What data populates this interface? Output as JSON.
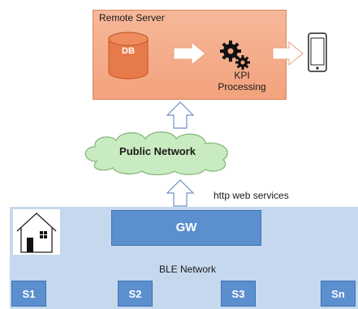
{
  "server": {
    "title": "Remote Server",
    "db_label": "DB",
    "kpi_label_line1": "KPI",
    "kpi_label_line2": "Processing"
  },
  "network": {
    "cloud_label": "Public Network",
    "http_label": "http web services"
  },
  "ble": {
    "gw_label": "GW",
    "network_label": "BLE Network",
    "sensors": [
      "S1",
      "S2",
      "S3",
      "Sn"
    ]
  },
  "colors": {
    "server_fill": "#f3a27d",
    "db_fill": "#e77a4a",
    "cloud_fill": "#c9ebc1",
    "ble_fill": "#c6d8ee",
    "node_fill": "#5b8fce"
  }
}
